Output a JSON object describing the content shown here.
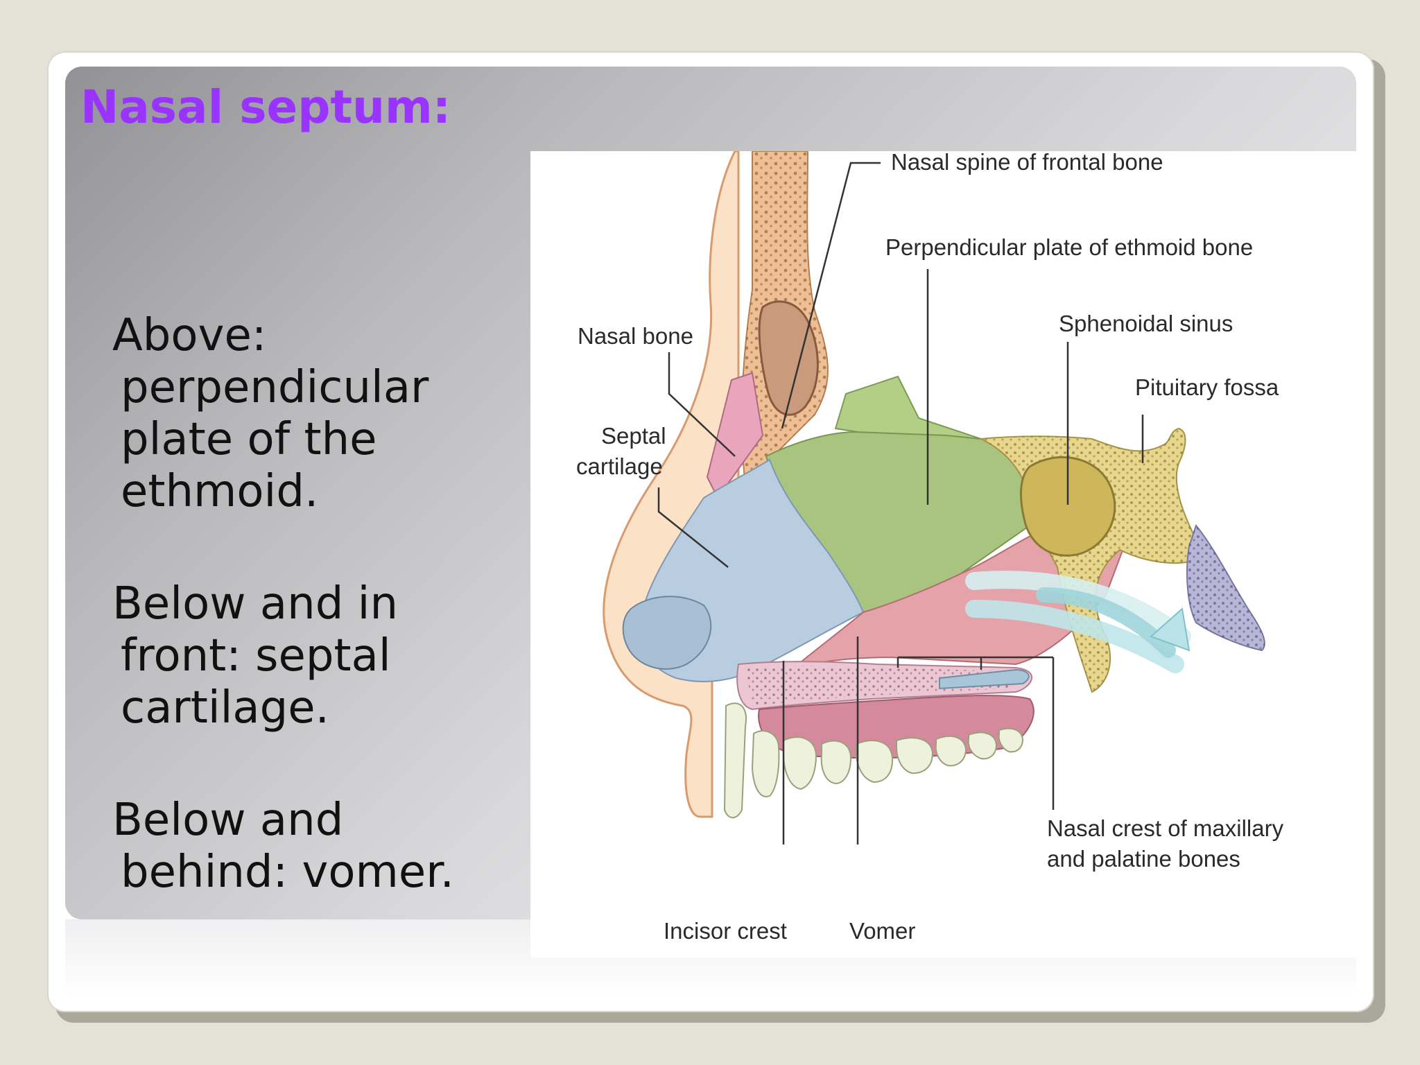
{
  "slide": {
    "title": "Nasal septum:",
    "bullets": [
      {
        "line1": "Above:",
        "line2": "perpendicular",
        "line3": "plate of the",
        "line4": "ethmoid."
      },
      {
        "line1": "Below and in",
        "line2": "front: septal",
        "line3": "cartilage."
      },
      {
        "line1": "Below and",
        "line2": "behind: vomer."
      }
    ]
  },
  "diagram": {
    "labels": {
      "nasal_spine": "Nasal spine of frontal bone",
      "perpendicular_plate": "Perpendicular plate of ethmoid bone",
      "sphenoidal_sinus": "Sphenoidal sinus",
      "pituitary_fossa": "Pituitary fossa",
      "nasal_bone": "Nasal bone",
      "septal_cartilage_1": "Septal",
      "septal_cartilage_2": "cartilage",
      "nasal_crest_1": "Nasal crest of maxillary",
      "nasal_crest_2": "and palatine bones",
      "incisor_crest": "Incisor crest",
      "vomer": "Vomer"
    },
    "colors": {
      "septal_cartilage": "#b8cde0",
      "ethmoid_plate": "#a8c47e",
      "vomer": "#e3a3a8",
      "sphenoid": "#e8d68c",
      "frontal_bone": "#eebf94",
      "nasal_bone": "#e9a5bb",
      "skin": "#fbe2c7",
      "airflow": "#9fd5dc",
      "title": "#9933ff"
    }
  }
}
